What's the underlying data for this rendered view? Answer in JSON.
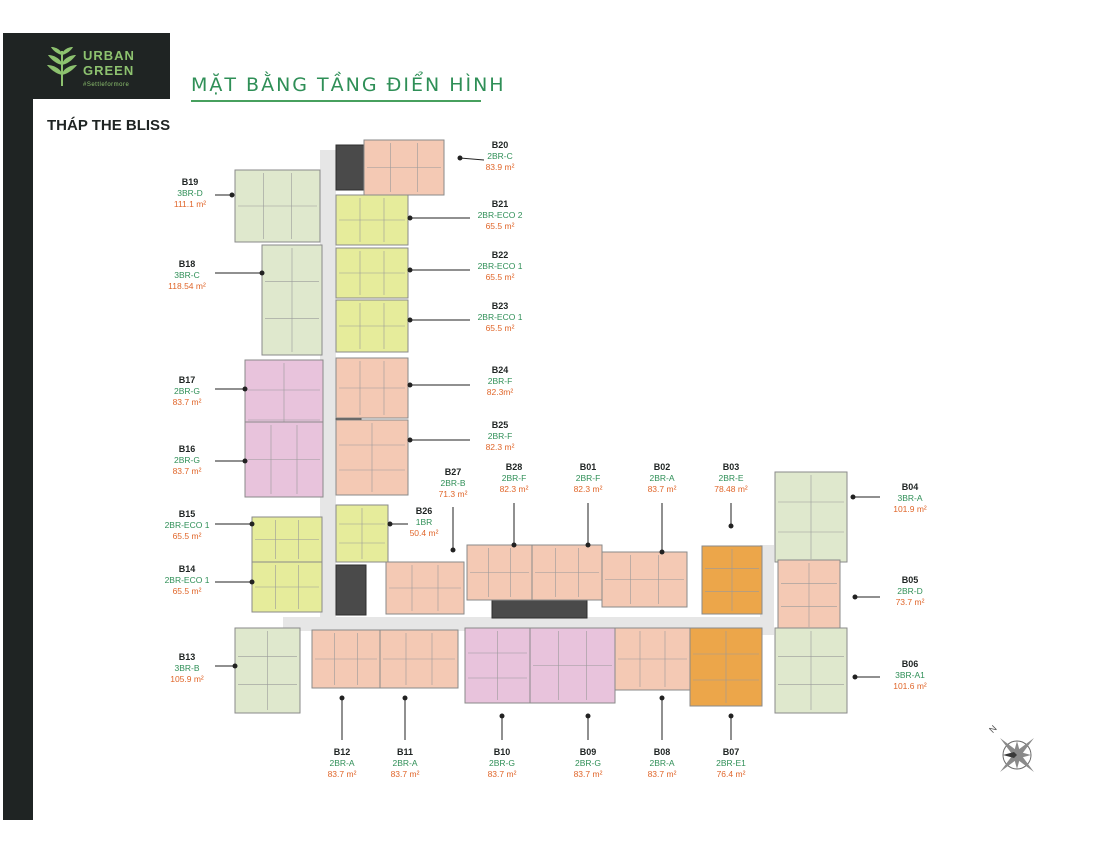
{
  "brand": {
    "line1": "URBAN",
    "line2": "GREEN",
    "tagline": "#Settleformore"
  },
  "title": "MẶT BẰNG TẦNG ĐIỂN HÌNH",
  "tower": "THÁP THE BLISS",
  "colors": {
    "accent": "#2f8f57",
    "area": "#e0662a",
    "sidebar": "#1f2423",
    "green3br": "#dfe8cd",
    "yellow": "#e6ec9b",
    "pink": "#e8c3dc",
    "peach": "#f4c9b4",
    "orange": "#eca64a",
    "core": "#4a4a4a",
    "corridor": "#e6e6e6"
  },
  "units": [
    {
      "id": "B19",
      "type": "3BR-D",
      "area": "111.1 m²"
    },
    {
      "id": "B18",
      "type": "3BR-C",
      "area": "118.54 m²"
    },
    {
      "id": "B17",
      "type": "2BR-G",
      "area": "83.7 m²"
    },
    {
      "id": "B16",
      "type": "2BR-G",
      "area": "83.7 m²"
    },
    {
      "id": "B15",
      "type": "2BR-ECO 1",
      "area": "65.5 m²"
    },
    {
      "id": "B14",
      "type": "2BR-ECO 1",
      "area": "65.5 m²"
    },
    {
      "id": "B13",
      "type": "3BR-B",
      "area": "105.9 m²"
    },
    {
      "id": "B20",
      "type": "2BR-C",
      "area": "83.9 m²"
    },
    {
      "id": "B21",
      "type": "2BR-ECO 2",
      "area": "65.5 m²"
    },
    {
      "id": "B22",
      "type": "2BR-ECO 1",
      "area": "65.5 m²"
    },
    {
      "id": "B23",
      "type": "2BR-ECO 1",
      "area": "65.5 m²"
    },
    {
      "id": "B24",
      "type": "2BR-F",
      "area": "82.3m²"
    },
    {
      "id": "B25",
      "type": "2BR-F",
      "area": "82.3 m²"
    },
    {
      "id": "B26",
      "type": "1BR",
      "area": "50.4 m²"
    },
    {
      "id": "B27",
      "type": "2BR-B",
      "area": "71.3 m²"
    },
    {
      "id": "B28",
      "type": "2BR-F",
      "area": "82.3 m²"
    },
    {
      "id": "B01",
      "type": "2BR-F",
      "area": "82.3 m²"
    },
    {
      "id": "B02",
      "type": "2BR-A",
      "area": "83.7 m²"
    },
    {
      "id": "B03",
      "type": "2BR-E",
      "area": "78.48 m²"
    },
    {
      "id": "B04",
      "type": "3BR-A",
      "area": "101.9 m²"
    },
    {
      "id": "B05",
      "type": "2BR-D",
      "area": "73.7 m²"
    },
    {
      "id": "B06",
      "type": "3BR-A1",
      "area": "101.6 m²"
    },
    {
      "id": "B12",
      "type": "2BR-A",
      "area": "83.7 m²"
    },
    {
      "id": "B11",
      "type": "2BR-A",
      "area": "83.7 m²"
    },
    {
      "id": "B10",
      "type": "2BR-G",
      "area": "83.7 m²"
    },
    {
      "id": "B09",
      "type": "2BR-G",
      "area": "83.7 m²"
    },
    {
      "id": "B08",
      "type": "2BR-A",
      "area": "83.7 m²"
    },
    {
      "id": "B07",
      "type": "2BR-E1",
      "area": "76.4 m²"
    }
  ],
  "compass": {
    "north_label": "N",
    "icon": "compass-rose-icon"
  }
}
